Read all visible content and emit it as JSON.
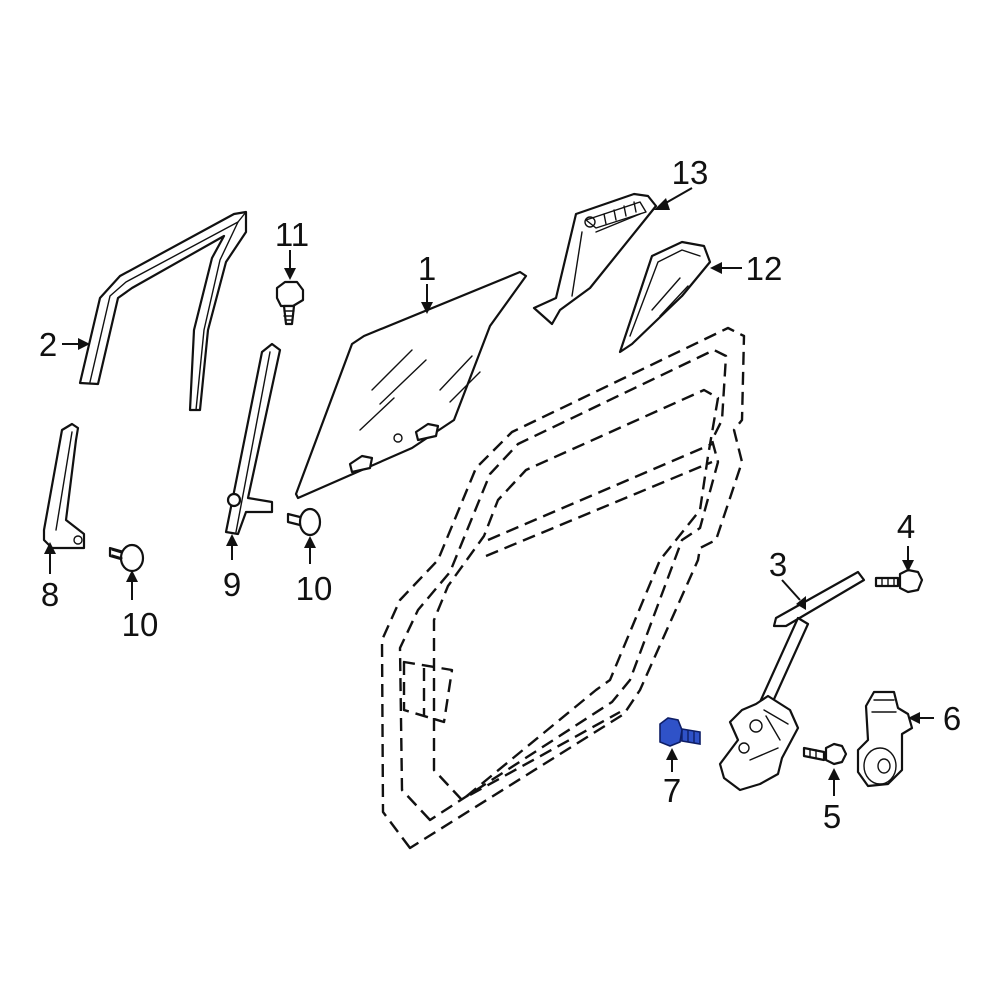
{
  "diagram": {
    "callouts": [
      {
        "id": "1",
        "label": "1"
      },
      {
        "id": "2",
        "label": "2"
      },
      {
        "id": "3",
        "label": "3"
      },
      {
        "id": "4",
        "label": "4"
      },
      {
        "id": "5",
        "label": "5"
      },
      {
        "id": "6",
        "label": "6"
      },
      {
        "id": "7",
        "label": "7"
      },
      {
        "id": "8",
        "label": "8"
      },
      {
        "id": "9",
        "label": "9"
      },
      {
        "id": "10a",
        "label": "10"
      },
      {
        "id": "10b",
        "label": "10"
      },
      {
        "id": "11",
        "label": "11"
      },
      {
        "id": "12",
        "label": "12"
      },
      {
        "id": "13",
        "label": "13"
      }
    ],
    "highlighted_part": "7",
    "highlight_color": "#2f52c8"
  }
}
